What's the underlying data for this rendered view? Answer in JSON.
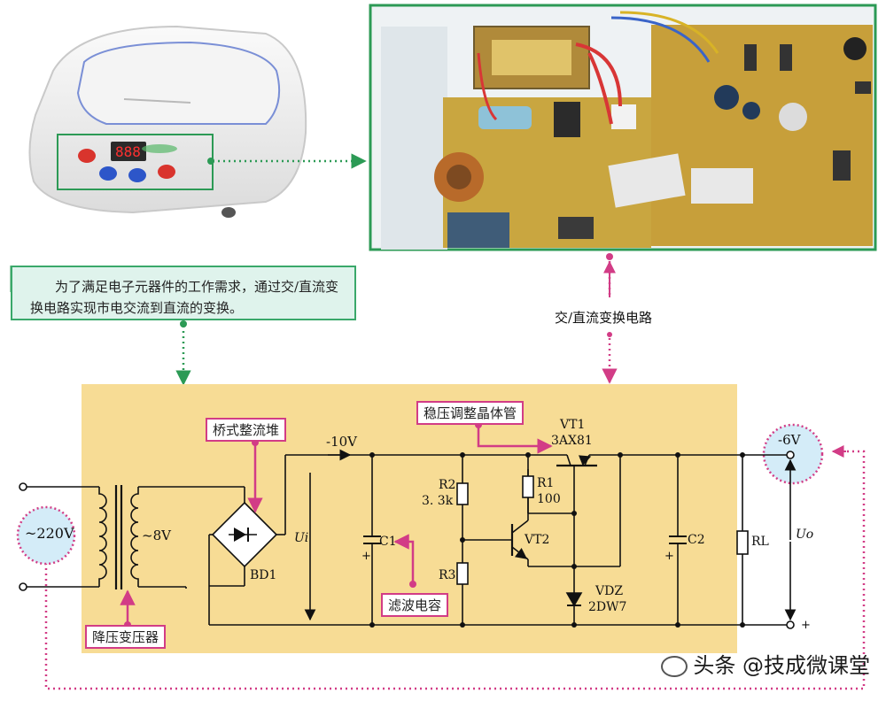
{
  "description_note": "为了满足电子元器件的工作需求，通过交/直流变换电路实现市电交流到直流的变换。",
  "section_label": "交/直流变换电路",
  "callouts": {
    "bridge": "桥式整流堆",
    "regulator": "稳压调整晶体管",
    "filter": "滤波电容",
    "transformer": "降压变压器"
  },
  "circuit": {
    "input_voltage": "~220V",
    "secondary_voltage": "~8V",
    "rectifier": "BD1",
    "rectified_voltage": "-10V",
    "ui": "Ui",
    "c1": "C1",
    "r2": "R2",
    "r2_value": "3. 3k",
    "r3": "R3",
    "r1": "R1",
    "r1_value": "100",
    "vt1": "VT1",
    "vt1_model": "3AX81",
    "vt2": "VT2",
    "vdz": "VDZ",
    "vdz_model": "2DW7",
    "c2": "C2",
    "rl": "RL",
    "uo": "Uo",
    "output_voltage": "-6V",
    "plus": "+"
  },
  "watermark": "头条 @技成微课堂",
  "colors": {
    "panel": "#f7dc95",
    "green": "#3aa86a",
    "magenta": "#d23c86",
    "wire": "#111111"
  }
}
